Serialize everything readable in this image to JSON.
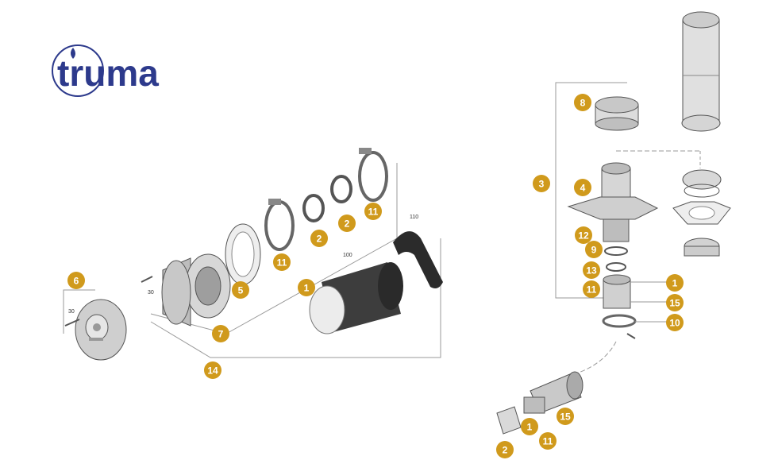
{
  "brand": {
    "name": "truma",
    "color": "#2d3a8c"
  },
  "badge_color": "#d09a1c",
  "callouts": [
    {
      "id": "left-6",
      "label": "6"
    },
    {
      "id": "left-5",
      "label": "5"
    },
    {
      "id": "left-7",
      "label": "7"
    },
    {
      "id": "left-14",
      "label": "14"
    },
    {
      "id": "left-11a",
      "label": "11"
    },
    {
      "id": "left-2a",
      "label": "2"
    },
    {
      "id": "left-2b",
      "label": "2"
    },
    {
      "id": "left-11b",
      "label": "11"
    },
    {
      "id": "left-1",
      "label": "1"
    },
    {
      "id": "right-8",
      "label": "8"
    },
    {
      "id": "right-3",
      "label": "3"
    },
    {
      "id": "right-4",
      "label": "4"
    },
    {
      "id": "right-12",
      "label": "12"
    },
    {
      "id": "right-9",
      "label": "9"
    },
    {
      "id": "right-13",
      "label": "13"
    },
    {
      "id": "right-11",
      "label": "11"
    },
    {
      "id": "right-1",
      "label": "1"
    },
    {
      "id": "right-15",
      "label": "15"
    },
    {
      "id": "right-10",
      "label": "10"
    },
    {
      "id": "bottom-2",
      "label": "2"
    },
    {
      "id": "bottom-1",
      "label": "1"
    },
    {
      "id": "bottom-11",
      "label": "11"
    },
    {
      "id": "bottom-15",
      "label": "15"
    }
  ],
  "small_labels": {
    "screw_a": "30",
    "screw_b": "30",
    "insulation": "100",
    "bracket": "110"
  }
}
